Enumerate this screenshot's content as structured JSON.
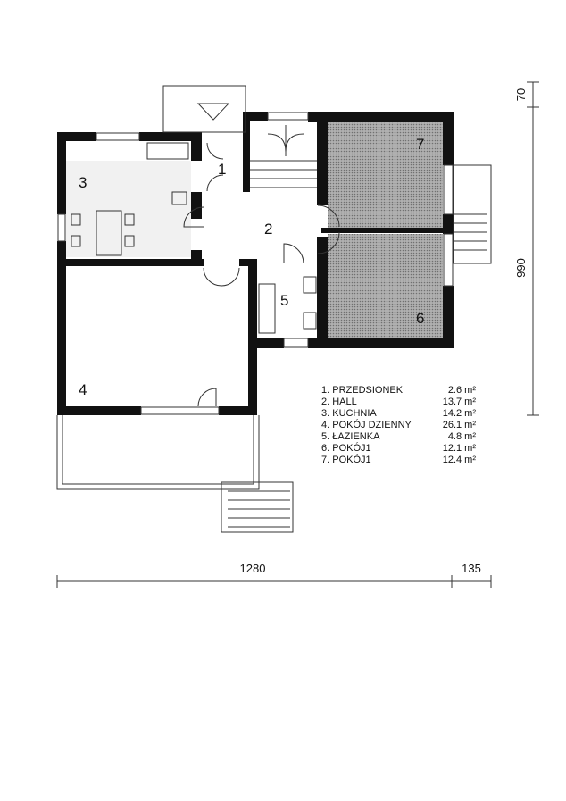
{
  "rooms": [
    {
      "number": "1",
      "name": "1. PRZEDSIONEK",
      "area": "2.6 m²"
    },
    {
      "number": "2",
      "name": "2. HALL",
      "area": "13.7 m²"
    },
    {
      "number": "3",
      "name": "3. KUCHNIA",
      "area": "14.2 m²"
    },
    {
      "number": "4",
      "name": "4. POKÓJ DZIENNY",
      "area": "26.1 m²"
    },
    {
      "number": "5",
      "name": "5. ŁAZIENKA",
      "area": "4.8 m²"
    },
    {
      "number": "6",
      "name": "6. POKÓJ1",
      "area": "12.1 m²"
    },
    {
      "number": "7",
      "name": "7. POKÓJ1",
      "area": "12.4 m²"
    }
  ],
  "dimensions": {
    "right_top": "70",
    "right_main": "990",
    "bottom_main": "1280",
    "bottom_extra": "135"
  },
  "colors": {
    "wall": "#111111",
    "bedroom_floor": "#9a9a9a"
  }
}
